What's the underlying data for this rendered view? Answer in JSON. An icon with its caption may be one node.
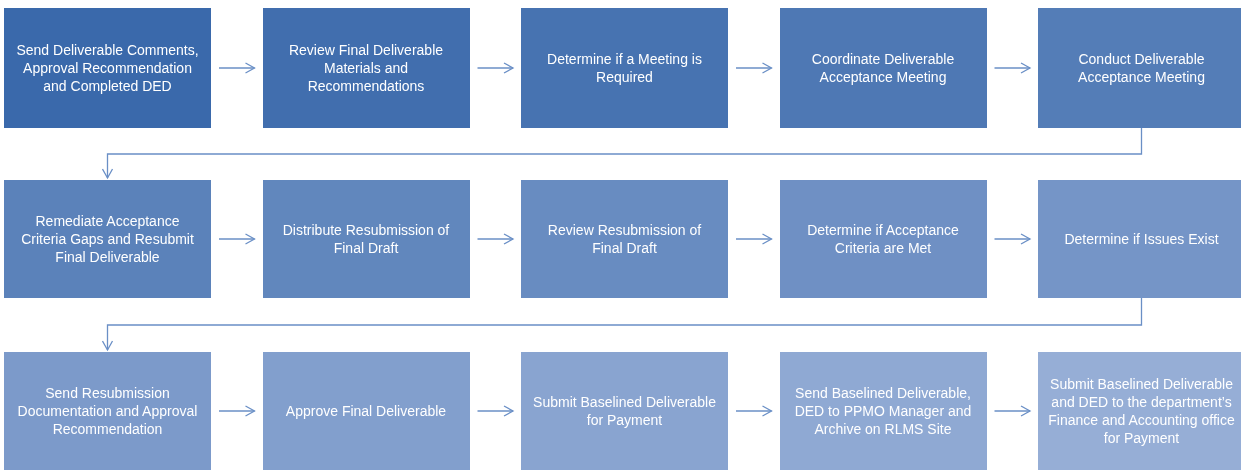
{
  "diagram": {
    "nodes": [
      {
        "text": [
          "Send Deliverable Comments, Approval Recommendation and Completed DED"
        ]
      },
      {
        "text": [
          "Review Final Deliverable Materials and Recommendations"
        ]
      },
      {
        "text": [
          "Determine if a Meeting is Required"
        ]
      },
      {
        "text": [
          "Coordinate Deliverable Acceptance Meeting"
        ]
      },
      {
        "text": [
          "Conduct Deliverable Acceptance Meeting"
        ]
      },
      {
        "text": [
          "Remediate Acceptance Criteria Gaps and Resubmit Final Deliverable"
        ]
      },
      {
        "text": [
          "Distribute Resubmission of Final Draft"
        ]
      },
      {
        "text": [
          "Review Resubmission of Final Draft"
        ]
      },
      {
        "text": [
          "Determine if Acceptance Criteria are Met"
        ]
      },
      {
        "text": [
          "Determine if Issues Exist"
        ]
      },
      {
        "text": [
          "Send Resubmission Documentation and Approval Recommendation"
        ]
      },
      {
        "text": [
          "Approve Final Deliverable"
        ]
      },
      {
        "text": [
          "Submit Baselined Deliverable for Payment"
        ]
      },
      {
        "text": [
          "Send Baselined Deliverable, DED to PPMO Manager and Archive on RLMS Site"
        ]
      },
      {
        "text": [
          "Submit Baselined Deliverable and DED to the department’s Finance and Accounting office for Payment"
        ]
      }
    ],
    "edges": [
      {
        "from": 0,
        "to": 1,
        "arrow": "to"
      },
      {
        "from": 1,
        "to": 2,
        "arrow": "to"
      },
      {
        "from": 2,
        "to": 3,
        "arrow": "to"
      },
      {
        "from": 3,
        "to": 4,
        "arrow": "to"
      },
      {
        "from": 4,
        "to": 5,
        "arrow": "to"
      },
      {
        "from": 5,
        "to": 6,
        "arrow": "to"
      },
      {
        "from": 6,
        "to": 7,
        "arrow": "to"
      },
      {
        "from": 7,
        "to": 8,
        "arrow": "to"
      },
      {
        "from": 8,
        "to": 9,
        "arrow": "to"
      },
      {
        "from": 9,
        "to": 10,
        "arrow": "to"
      },
      {
        "from": 10,
        "to": 11,
        "arrow": "to"
      },
      {
        "from": 11,
        "to": 12,
        "arrow": "to"
      },
      {
        "from": 12,
        "to": 13,
        "arrow": "to"
      },
      {
        "from": 13,
        "to": 14,
        "arrow": "to"
      }
    ]
  }
}
